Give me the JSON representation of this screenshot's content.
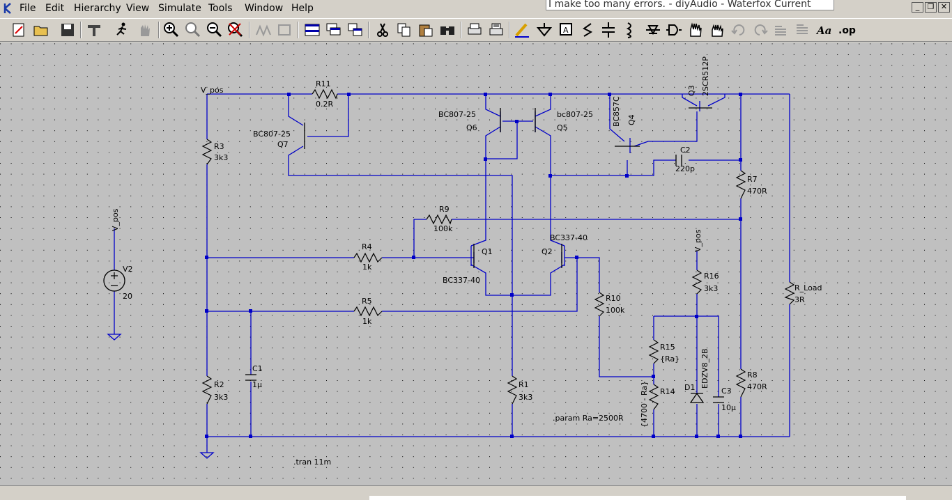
{
  "menu": {
    "items": [
      "File",
      "Edit",
      "Hierarchy",
      "View",
      "Simulate",
      "Tools",
      "Window",
      "Help"
    ]
  },
  "tooltip": {
    "text": "I make too many errors. - diyAudio - Waterfox Current"
  },
  "window_buttons": {
    "minimize": "_",
    "restore": "❐",
    "close": "✕"
  },
  "toolbar": {
    "icons": [
      "new-schematic-icon",
      "open-icon",
      "save-icon",
      "control-panel-icon",
      "run-icon",
      "halt-icon",
      "zoom-in-icon",
      "zoom-pan-icon",
      "zoom-out-icon",
      "zoom-fit-icon",
      "tile-icon",
      "cascade-icon",
      "horizontal-window-icon",
      "vertical-window-icon",
      "autorange-icon",
      "cut-icon",
      "copy-icon",
      "paste-icon",
      "find-icon",
      "print-icon",
      "print-setup-icon",
      "wire-icon",
      "ground-icon",
      "label-net-icon",
      "resistor-icon",
      "capacitor-icon",
      "inductor-icon",
      "diode-icon",
      "component-icon",
      "move-icon",
      "drag-icon",
      "undo-icon",
      "redo-icon",
      "rotate-icon",
      "mirror-icon",
      "text-icon",
      "spice-directive-icon"
    ]
  },
  "colors": {
    "wire": "#0000c8",
    "background": "#c0c0c0",
    "grid_dot": "#000000"
  },
  "schematic": {
    "labels": {
      "v_pos_top": "V_pos",
      "v_pos_src": "V_pos",
      "v_pos_right": "V_pos",
      "R11": "R11",
      "R11v": "0.2R",
      "BC807_Q7": "BC807-25",
      "Q7": "Q7",
      "BC807_Q6": "BC807-25",
      "Q6": "Q6",
      "bc807_Q5": "bc807-25",
      "Q5": "Q5",
      "BC857C": "BC857C",
      "Q4": "Q4",
      "Q3": "Q3",
      "Q3_part": "2SCR512P",
      "C2": "C2",
      "C2v": "220p",
      "R3": "R3",
      "R3v": "3k3",
      "R7": "R7",
      "R7v": "470R",
      "R9": "R9",
      "R9v": "100k",
      "R4": "R4",
      "R4v": "1k",
      "Q1": "Q1",
      "BC337_Q1": "BC337-40",
      "Q2": "Q2",
      "BC337_Q2": "BC337-40",
      "V2": "V2",
      "V2v": "20",
      "R5": "R5",
      "R5v": "1k",
      "R10": "R10",
      "R10v": "100k",
      "R16": "R16",
      "R16v": "3k3",
      "R_Load": "R_Load",
      "R_Loadv": "3R",
      "R15": "R15",
      "R15v": "{Ra}",
      "C1": "C1",
      "C1v": "1µ",
      "D1": "D1",
      "D1_part": "EDZV8_2B",
      "R2": "R2",
      "R2v": "3k3",
      "R1": "R1",
      "R1v": "3k3",
      "R14": "R14",
      "R14v": "{4700 - Ra}",
      "C3": "C3",
      "C3v": "10µ",
      "R8": "R8",
      "R8v": "470R",
      "param": ".param Ra=2500R",
      "tran": ".tran 11m"
    }
  }
}
